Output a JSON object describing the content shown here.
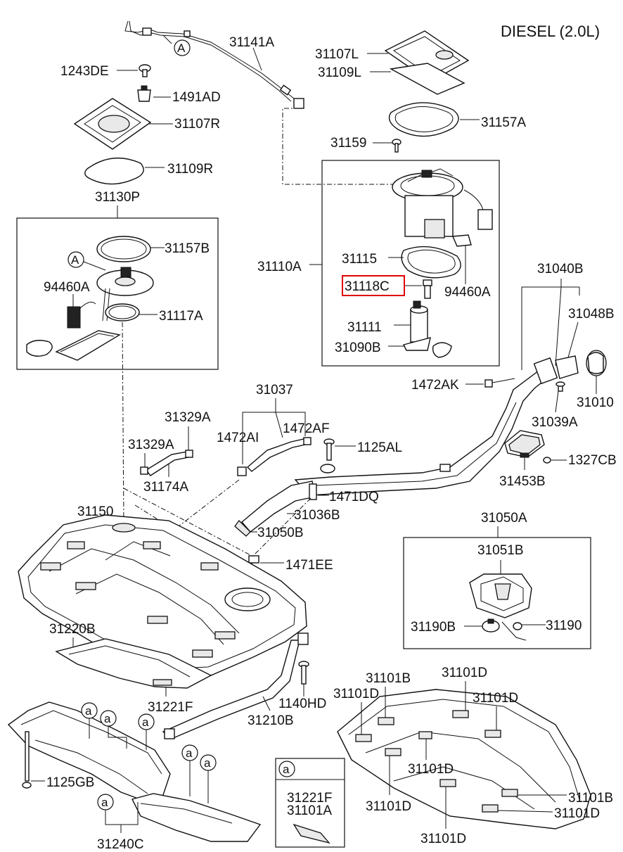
{
  "title": "DIESEL (2.0L)",
  "callouts": {
    "a": "a",
    "A": "A"
  },
  "labels": {
    "p31141A": "31141A",
    "p1243DE": "1243DE",
    "p1491AD": "1491AD",
    "p31107R": "31107R",
    "p31109R": "31109R",
    "p31130P": "31130P",
    "p31157B": "31157B",
    "p94460A_left": "94460A",
    "p31117A": "31117A",
    "p31107L": "31107L",
    "p31109L": "31109L",
    "p31157A": "31157A",
    "p31159": "31159",
    "p31110A": "31110A",
    "p31115": "31115",
    "p31118C": "31118C",
    "p94460A_right": "94460A",
    "p31111": "31111",
    "p31090B": "31090B",
    "p31040B": "31040B",
    "p31048B": "31048B",
    "p1472AK": "1472AK",
    "p31010": "31010",
    "p31039A": "31039A",
    "p31037": "31037",
    "p31329A_top": "31329A",
    "p31329A_mid": "31329A",
    "p1472AI": "1472AI",
    "p1472AF": "1472AF",
    "p1125AL": "1125AL",
    "p1327CB": "1327CB",
    "p31174A": "31174A",
    "p31453B": "31453B",
    "p31150": "31150",
    "p1471DQ": "1471DQ",
    "p31036B": "31036B",
    "p31050B": "31050B",
    "p31050A": "31050A",
    "p1471EE": "1471EE",
    "p31051B": "31051B",
    "p31190B": "31190B",
    "p31190": "31190",
    "p31220B": "31220B",
    "p31221F": "31221F",
    "p1140HD": "1140HD",
    "p31210B": "31210B",
    "p31101B_top": "31101B",
    "p31101D_a": "31101D",
    "p31101D_b": "31101D",
    "p31101D_c": "31101D",
    "p31101D_d": "31101D",
    "p31101D_e": "31101D",
    "p31101D_f": "31101D",
    "p31101B_right": "31101B",
    "p31101D_g": "31101D",
    "p1125GB": "1125GB",
    "p31240C": "31240C"
  },
  "legend_box": {
    "callout": "a",
    "line1": "31221F",
    "line2": "31101A"
  },
  "highlight": {
    "part": "31118C",
    "color": "#e00000"
  }
}
